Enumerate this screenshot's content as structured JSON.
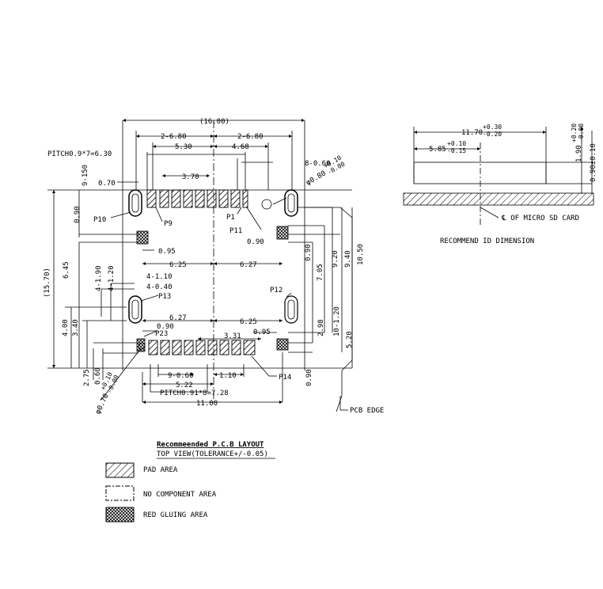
{
  "main_view": {
    "overall_width": "(16.00)",
    "overall_height": "(15.70)",
    "left_pitch_dim": "2-6.80",
    "right_pitch_dim": "2-6.80",
    "dim_5_30": "5.30",
    "dim_4_68": "4.68",
    "pitch_top": "PITCH0.9*7=6.30",
    "dim_9_150": "9-150",
    "dim_8_0_60": "8-0.60",
    "dim_0_70": "0.70",
    "dim_3_70": "3.70",
    "hole_top": {
      "base": "φ0.80",
      "tol_plus": "+0.10",
      "tol_minus": "-0.00"
    },
    "dim_0_90_left": "0.90",
    "pin_p10": "P10",
    "pin_p9": "P9",
    "pin_p1": "P1",
    "pin_p11": "P11",
    "dim_0_90_right": "0.90",
    "dim_0_95_top": "0.95",
    "dim_0_90_vert_right": "0.90",
    "dim_6_25_top": "6.25",
    "dim_6_27_top": "6.27",
    "dim_6_45": "6.45",
    "dim_7_05": "7.05",
    "dim_9_20": "9.20",
    "dim_9_40": "9.40",
    "dim_10_50": "10.50",
    "dim_4_1_90": "4-1.90",
    "dim_4_1_20": "4-1.20",
    "dim_4_1_10": "4-1.10",
    "dim_4_0_40": "4-0.40",
    "pin_p13": "P13",
    "pin_p12": "P12",
    "dim_6_27_bottom": "6.27",
    "dim_6_25_bottom": "6.25",
    "dim_0_90_mid": "0.90",
    "pin_p23": "P23",
    "dim_3_31": "3.31",
    "dim_0_95_bottom": "0.95",
    "dim_4_00": "4.00",
    "dim_3_40": "3.40",
    "dim_2_98": "2.98",
    "dim_10_1_20": "10-1.20",
    "dim_5_20": "5.20",
    "dim_9_0_60": "9-0.60",
    "dim_1_10": "1.10",
    "pin_p14": "P14",
    "dim_5_22": "5.22",
    "pitch_bottom": "PITCH0.91*8=7.28",
    "dim_11_00": "11.00",
    "dim_2_75": "2.75",
    "dim_0_60_bottom": "0.60",
    "dim_0_90_bottom": "0.90",
    "hole_bottom": {
      "base": "φ0.70",
      "tol_plus": "+0.10",
      "tol_minus": "-0.00"
    },
    "pcb_edge": "PCB EDGE"
  },
  "side_view": {
    "width_dim": {
      "base": "11.70",
      "tol_plus": "+0.30",
      "tol_minus": "-0.20"
    },
    "center_dim": {
      "base": "5.85",
      "tol_plus": "+0.10",
      "tol_minus": "-0.15"
    },
    "height_dim": {
      "base": "1.90",
      "tol_plus": "+0.20",
      "tol_minus": "-0.00"
    },
    "thickness_dim": "0.90±0.10",
    "centerline_label": "℄ OF MICRO SD CARD",
    "caption": "RECOMMEND ID DIMENSION"
  },
  "legend": {
    "title": "Recommeended P.C.B LAYOUT",
    "subtitle": "TOP VIEW(TOLERANCE+/-0.05)",
    "items": [
      {
        "label": "PAD AREA",
        "pattern": "hatch"
      },
      {
        "label": "NO COMPONENT AREA",
        "pattern": "dashed"
      },
      {
        "label": "RED GLUING AREA",
        "pattern": "crosshatch"
      }
    ]
  }
}
